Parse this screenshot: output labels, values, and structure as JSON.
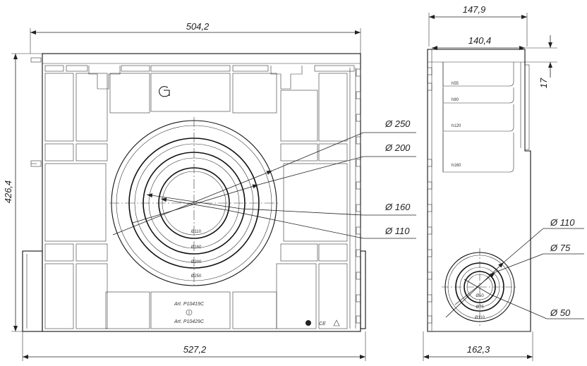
{
  "front_view": {
    "dims": {
      "top_width": "504,2",
      "bottom_width": "527,2",
      "height": "426,4"
    },
    "diameters": {
      "d250": "Ø 250",
      "d200": "Ø 200",
      "d160": "Ø 160",
      "d110": "Ø 110"
    },
    "ring_labels": {
      "r110": "Ø110",
      "r160": "Ø160",
      "r200": "Ø200",
      "r250": "Ø250"
    },
    "plate": {
      "art1": "Art. P10419C",
      "art2": "Art. P10429C"
    },
    "marks": {
      "ce": "CE"
    }
  },
  "side_view": {
    "dims": {
      "top_width": "147,9",
      "inner_width": "140,4",
      "rim": "17",
      "bottom_width": "162,3"
    },
    "step_labels": {
      "h1": "h55",
      "h2": "h80",
      "h3": "h120",
      "h4": "h160"
    },
    "diameters": {
      "d110": "Ø 110",
      "d75": "Ø 75",
      "d50": "Ø 50"
    },
    "ring_labels": {
      "r50": "Ø50",
      "r75": "Ø75",
      "r110": "Ø110"
    }
  }
}
